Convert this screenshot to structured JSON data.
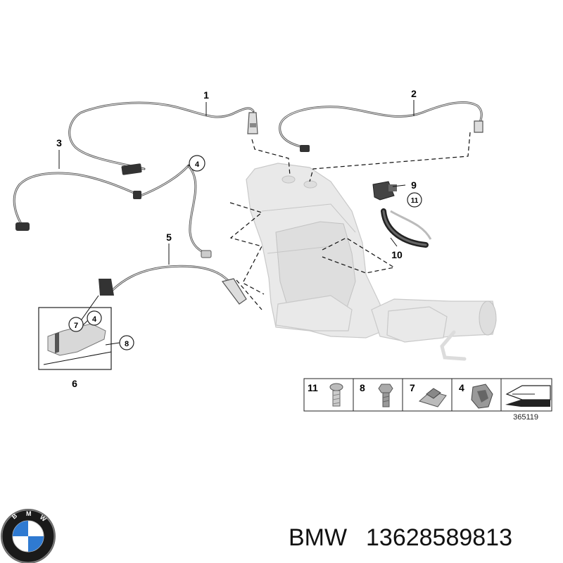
{
  "diagram": {
    "callouts": {
      "c1": "1",
      "c2": "2",
      "c3": "3",
      "c4": "4",
      "c5": "5",
      "c6": "6",
      "c7": "7",
      "c4b": "4",
      "c8": "8",
      "c9": "9",
      "c10": "10",
      "c11": "11"
    },
    "legend": {
      "items": [
        "11",
        "8",
        "7",
        "4"
      ]
    },
    "image_number": "365119"
  },
  "footer": {
    "brand": "BMW",
    "part_number": "13628589813",
    "logo_letters": "BMW"
  }
}
